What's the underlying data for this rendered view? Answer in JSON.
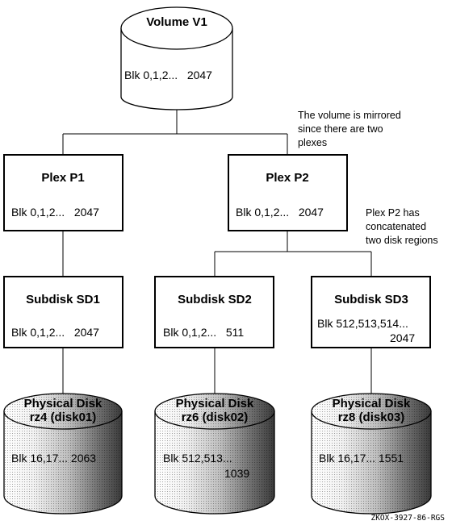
{
  "volume": {
    "title": "Volume V1",
    "blocks": "Blk 0,1,2...   2047"
  },
  "notes": {
    "mirrored": [
      "The volume is mirrored",
      "since there are two",
      "plexes"
    ],
    "concat": [
      "Plex P2 has",
      "concatenated",
      "two disk regions"
    ]
  },
  "plexes": [
    {
      "title": "Plex P1",
      "blocks": "Blk 0,1,2...   2047"
    },
    {
      "title": "Plex P2",
      "blocks": "Blk 0,1,2...   2047"
    }
  ],
  "subdisks": [
    {
      "title": "Subdisk SD1",
      "blocks": "Blk 0,1,2...   2047"
    },
    {
      "title": "Subdisk SD2",
      "blocks": "Blk 0,1,2...   511"
    },
    {
      "title": "Subdisk SD3",
      "blocks": "Blk 512,513,514...",
      "blocks2": "2047"
    }
  ],
  "disks": [
    {
      "line1": "Physical Disk",
      "line2": "rz4 (disk01)",
      "blocks": "Blk 16,17... 2063"
    },
    {
      "line1": "Physical Disk",
      "line2": "rz6 (disk02)",
      "blocks": "Blk 512,513...",
      "blocks2": "1039"
    },
    {
      "line1": "Physical Disk",
      "line2": "rz8 (disk03)",
      "blocks": "Blk 16,17... 1551"
    }
  ],
  "figure_label": "ZKOX-3927-86-RGS"
}
